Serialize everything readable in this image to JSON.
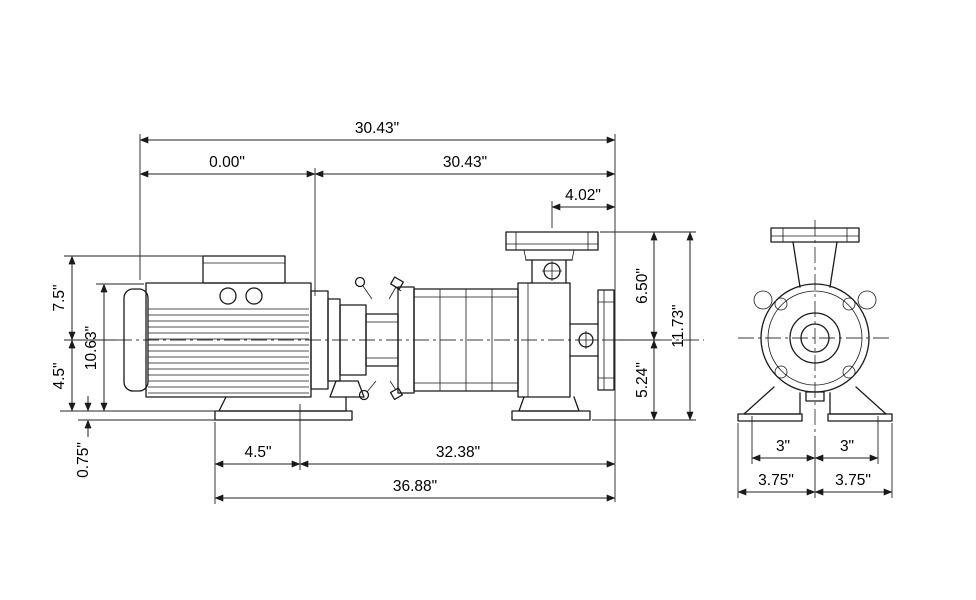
{
  "drawing": {
    "type": "pump-dimensional-drawing",
    "colors": {
      "line": "#1a1a1a",
      "background": "#ffffff"
    },
    "dims": {
      "overall_top": "30.43\"",
      "zero": "0.00\"",
      "motor_to_end": "30.43\"",
      "discharge_to_end": "4.02\"",
      "center_to_flange_top": "6.50\"",
      "overall_height": "11.73\"",
      "center_to_base": "5.24\"",
      "center_to_motor_top": "7.5\"",
      "motor_height": "10.63\"",
      "center_to_foot": "4.5\"",
      "base_thickness": "0.75\"",
      "foot_to_face": "4.5\"",
      "face_to_end": "32.38\"",
      "overall_bottom": "36.88\"",
      "end_left_3": "3\"",
      "end_right_3": "3\"",
      "end_left_375": "3.75\"",
      "end_right_375": "3.75\""
    }
  }
}
